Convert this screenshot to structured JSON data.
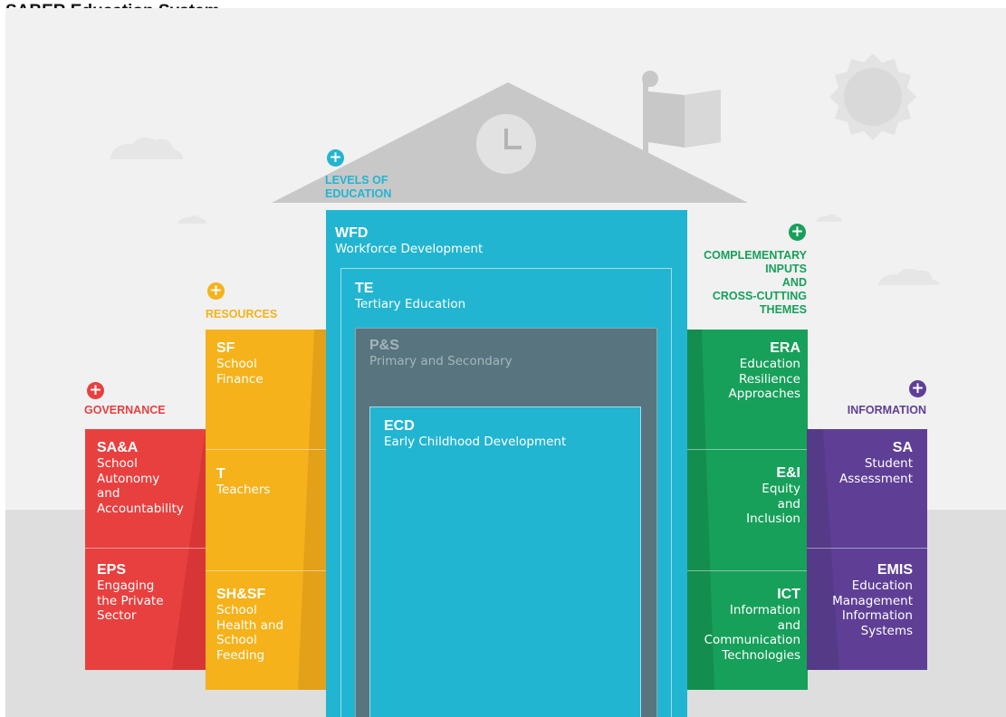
{
  "title": "SABER Education System",
  "colors": {
    "governance": "#e8403f",
    "resources": "#f5b21b",
    "levels": "#22b5d1",
    "complementary": "#17a05a",
    "information": "#5f3f96",
    "primary_secondary": "#58757f"
  },
  "groups": {
    "levels": {
      "icon": "plus-icon",
      "label": "LEVELS OF\nEDUCATION"
    },
    "resources": {
      "icon": "plus-icon",
      "label": "RESOURCES"
    },
    "governance": {
      "icon": "plus-icon",
      "label": "GOVERNANCE"
    },
    "complementary": {
      "icon": "plus-icon",
      "label": "COMPLEMENTARY\nINPUTS\nAND\nCROSS-CUTTING\nTHEMES"
    },
    "information": {
      "icon": "plus-icon",
      "label": "INFORMATION"
    }
  },
  "governance_items": [
    {
      "abbr": "SA&A",
      "name": "School\nAutonomy\nand\nAccountability"
    },
    {
      "abbr": "EPS",
      "name": "Engaging\nthe Private\nSector"
    }
  ],
  "resources_items": [
    {
      "abbr": "SF",
      "name": "School\nFinance"
    },
    {
      "abbr": "T",
      "name": "Teachers"
    },
    {
      "abbr": "SH&SF",
      "name": "School\nHealth and\nSchool\nFeeding"
    }
  ],
  "levels_items": [
    {
      "abbr": "WFD",
      "name": "Workforce Development"
    },
    {
      "abbr": "TE",
      "name": "Tertiary Education"
    },
    {
      "abbr": "P&S",
      "name": "Primary and Secondary"
    },
    {
      "abbr": "ECD",
      "name": "Early Childhood Development"
    }
  ],
  "complementary_items": [
    {
      "abbr": "ERA",
      "name": "Education\nResilience\nApproaches"
    },
    {
      "abbr": "E&I",
      "name": "Equity\nand\nInclusion"
    },
    {
      "abbr": "ICT",
      "name": "Information\nand\nCommunication\nTechnologies"
    }
  ],
  "information_items": [
    {
      "abbr": "SA",
      "name": "Student\nAssessment"
    },
    {
      "abbr": "EMIS",
      "name": "Education\nManagement\nInformation\nSystems"
    }
  ]
}
